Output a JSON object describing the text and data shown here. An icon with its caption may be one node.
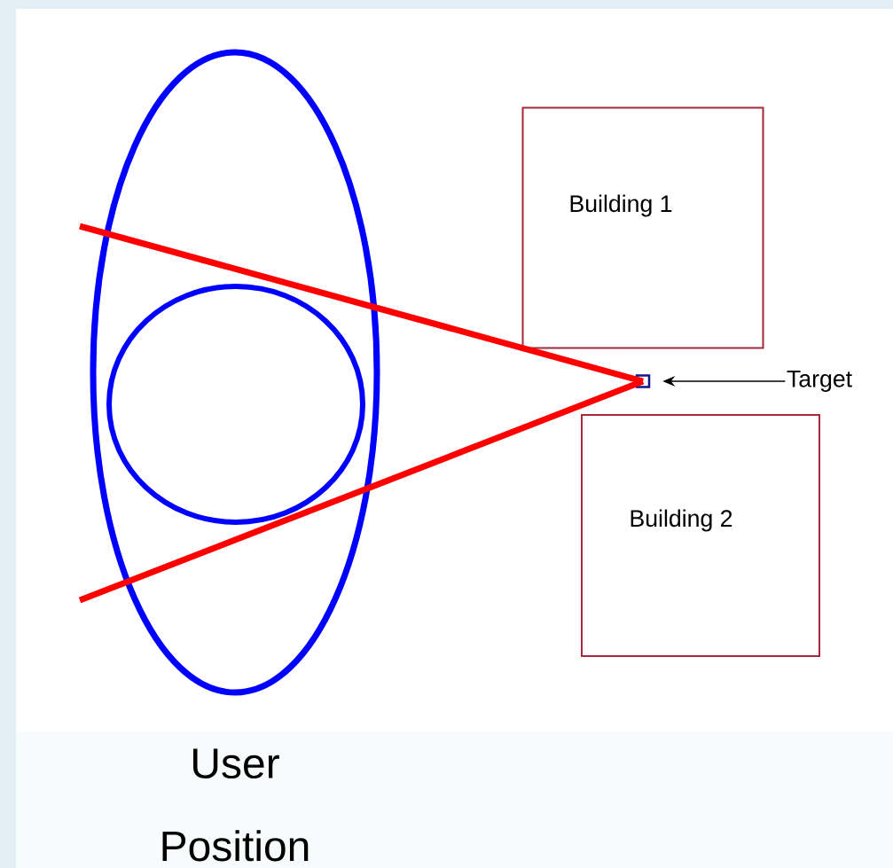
{
  "diagram": {
    "nodes": [
      {
        "text": [
          "User Position"
        ]
      },
      {
        "text": [],
        "shape": "circle",
        "in": 0
      },
      {
        "text": [
          "Building 1"
        ]
      },
      {
        "text": [],
        "shape": "box"
      },
      {
        "text": [
          "Building 2"
        ]
      },
      {
        "text": [
          "Target"
        ]
      }
    ],
    "edges": [
      {
        "from": null,
        "to": 3,
        "arrow": "none",
        "color": "#ff0000"
      },
      {
        "from": null,
        "to": 3,
        "arrow": "none",
        "color": "#ff0000"
      },
      {
        "from": 5,
        "to": 3,
        "arrow": "to",
        "color": "#000000"
      }
    ]
  }
}
